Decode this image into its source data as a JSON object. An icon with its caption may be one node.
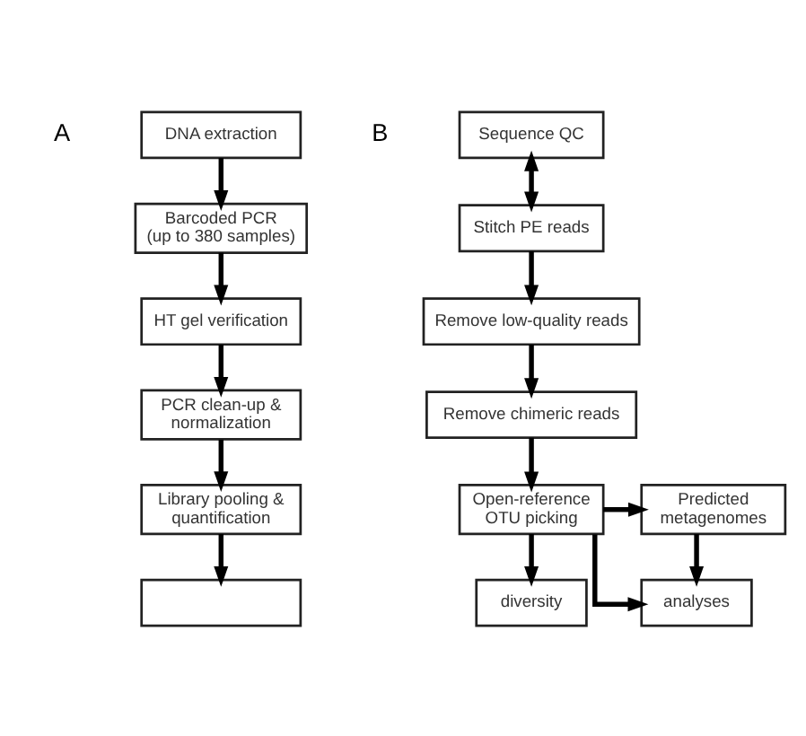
{
  "diagram": {
    "nodes": [
      {
        "text": [
          "DNA extraction"
        ]
      },
      {
        "text": [
          "Barcoded PCR (up to 380 samples)"
        ]
      },
      {
        "text": [
          "HT gel verification"
        ]
      },
      {
        "text": [
          "PCR clean-up & normalization"
        ]
      },
      {
        "text": [
          "Library pooling & quantification"
        ]
      },
      {
        "text": [],
        "shape": "box"
      },
      {
        "text": [
          "Sequence QC"
        ]
      },
      {
        "text": [
          "Stitch PE reads"
        ]
      },
      {
        "text": [
          "Remove low-quality reads"
        ]
      },
      {
        "text": [
          "Remove chimeric reads"
        ]
      },
      {
        "text": [
          "Open-reference OTU picking"
        ]
      },
      {
        "text": [
          "Predicted metagenomes"
        ]
      },
      {
        "text": [
          "diversity"
        ]
      },
      {
        "text": [
          "analyses"
        ]
      }
    ],
    "edges": [
      {
        "from": 0,
        "to": 1,
        "arrow": "to"
      },
      {
        "from": 1,
        "to": 2,
        "arrow": "to"
      },
      {
        "from": 2,
        "to": 3,
        "arrow": "to"
      },
      {
        "from": 3,
        "to": 4,
        "arrow": "to"
      },
      {
        "from": 4,
        "to": 5,
        "arrow": "to"
      },
      {
        "from": 6,
        "to": 7,
        "arrow": "both"
      },
      {
        "from": 7,
        "to": 8,
        "arrow": "to"
      },
      {
        "from": 8,
        "to": 9,
        "arrow": "to"
      },
      {
        "from": 9,
        "to": 10,
        "arrow": "to"
      },
      {
        "from": 10,
        "to": 11,
        "arrow": "to"
      },
      {
        "from": 10,
        "to": 12,
        "arrow": "to"
      },
      {
        "from": 10,
        "to": 13,
        "arrow": "to"
      },
      {
        "from": 11,
        "to": 13,
        "arrow": "to"
      }
    ],
    "labels": [
      "A",
      "B"
    ]
  }
}
